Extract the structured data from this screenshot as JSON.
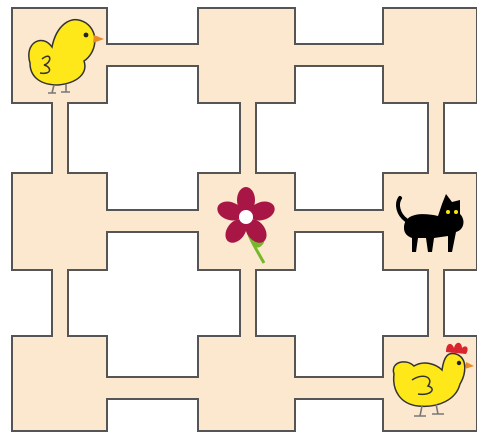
{
  "puzzle": {
    "grid_rows": 3,
    "grid_cols": 3,
    "colors": {
      "path_fill": "#fbe8cf",
      "path_stroke": "#555555",
      "chick": "#ffe81a",
      "chick_outline": "#333333",
      "beak": "#e98a24",
      "flower_petal": "#a71644",
      "flower_center": "#ffffff",
      "flower_stem": "#76b82a",
      "cat": "#000000",
      "cat_eye": "#ffe600",
      "hen_comb": "#d8252f"
    },
    "cells": [
      {
        "row": 0,
        "col": 0,
        "icon": "chick-icon"
      },
      {
        "row": 0,
        "col": 1,
        "icon": null
      },
      {
        "row": 0,
        "col": 2,
        "icon": null
      },
      {
        "row": 1,
        "col": 0,
        "icon": null
      },
      {
        "row": 1,
        "col": 1,
        "icon": "flower-icon"
      },
      {
        "row": 1,
        "col": 2,
        "icon": "cat-icon"
      },
      {
        "row": 2,
        "col": 0,
        "icon": null
      },
      {
        "row": 2,
        "col": 1,
        "icon": null
      },
      {
        "row": 2,
        "col": 2,
        "icon": "hen-icon"
      }
    ]
  }
}
